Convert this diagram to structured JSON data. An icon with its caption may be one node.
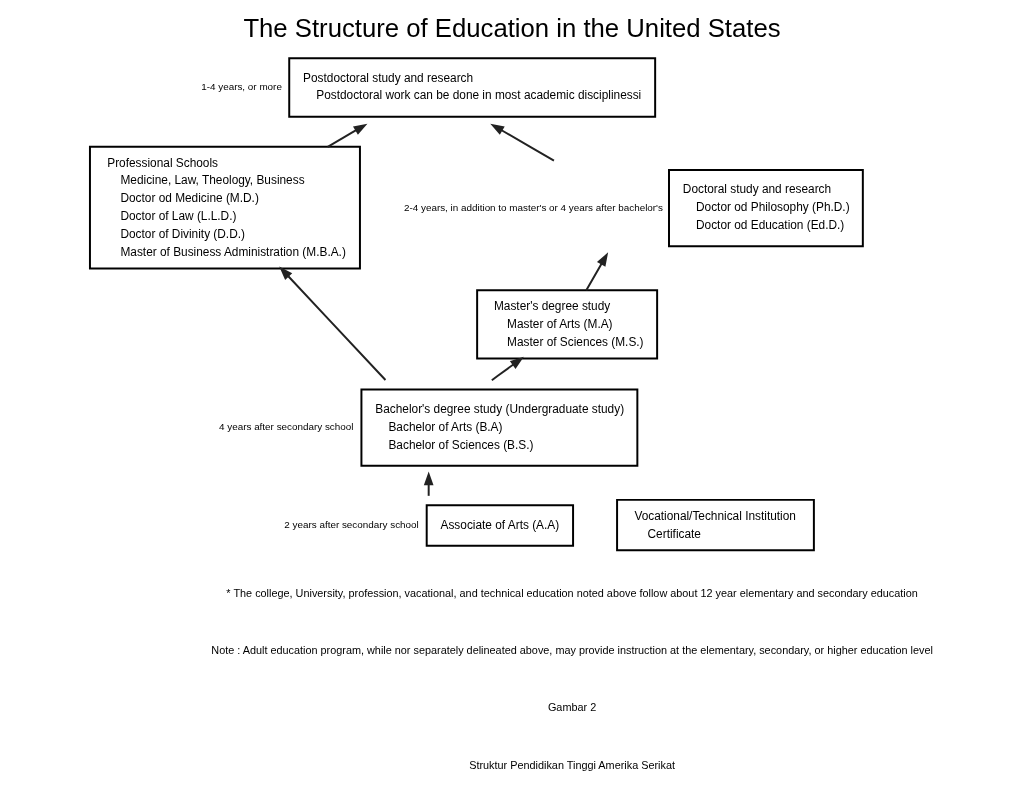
{
  "diagram": {
    "title": "The Structure of Education in the United States",
    "nodes": [
      {
        "text": [
          "Postdoctoral study and research",
          "Postdoctoral work can be done in most academic disciplinessi"
        ],
        "beside": [
          "1-4 years, or more"
        ]
      },
      {
        "text": [
          "Doctoral study and research",
          "Doctor od Philosophy (Ph.D.)",
          "Doctor od Education (Ed.D.)"
        ],
        "beside": [
          "2-4 years, in addition to master's or 4 years after bachelor's"
        ]
      },
      {
        "text": [
          "Professional Schools",
          "Medicine, Law, Theology, Business",
          "Doctor od Medicine (M.D.)",
          "Doctor of Law (L.L.D.)",
          "Doctor of Divinity (D.D.)",
          "Master of Business Administration (M.B.A.)"
        ]
      },
      {
        "text": [
          "Master's degree study",
          "Master of Arts (M.A)",
          "Master of Sciences (M.S.)"
        ]
      },
      {
        "text": [
          "Bachelor's degree study (Undergraduate study)",
          "Bachelor of Arts (B.A)",
          "Bachelor of Sciences (B.S.)"
        ],
        "beside": [
          "4 years after secondary school"
        ]
      },
      {
        "text": [
          "Associate of Arts (A.A)"
        ],
        "beside": [
          "2 years after secondary school"
        ]
      },
      {
        "text": [
          "Vocational/Technical Institution",
          "Certificate"
        ]
      }
    ],
    "edges": [
      {
        "from": 1,
        "to": 0,
        "arrow": "to"
      },
      {
        "from": 2,
        "to": 0,
        "arrow": "to"
      },
      {
        "from": 3,
        "to": 1,
        "arrow": "to"
      },
      {
        "from": 4,
        "to": 3,
        "arrow": "to"
      },
      {
        "from": 4,
        "to": 2,
        "arrow": "to"
      },
      {
        "from": 5,
        "to": 4,
        "arrow": "to"
      }
    ],
    "labels": [
      "* The college, University, profession, vacational, and technical education noted above follow about 12 year elementary and secondary education",
      "Note : Adult education program, while nor separately delineated above, may provide instruction at the elementary, secondary, or higher education level",
      "Gambar 2",
      "Struktur Pendidikan Tinggi Amerika Serikat"
    ]
  }
}
